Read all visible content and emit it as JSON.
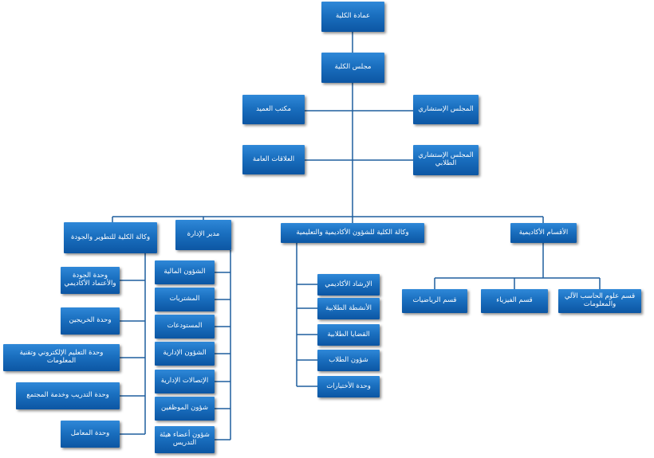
{
  "colors": {
    "box_fill": "#1a6fbf",
    "connector": "#1f5f9e",
    "text": "#ffffff"
  },
  "top": {
    "dean_office": "عمادة الكلية",
    "college_council": "مجلس الكلية"
  },
  "staff": {
    "advisory_council": "المجلس الإستشاري",
    "dean_office_desk": "مكتب العميد",
    "student_advisory_council": "المجلس الإستشاري الطلابي",
    "public_relations": "العلاقات العامة"
  },
  "branches": {
    "development_quality": {
      "title": "وكالة الكلية للتطوير والجودة",
      "units": [
        "وحدة الجودة والأعتماد الأكاديمي",
        "وحدة الخريجين",
        "وحدة التعليم الإلكتروني وتقنية المعلومات",
        "وحدة التدريب وخدمة المجتمع",
        "وحدة المعامل"
      ]
    },
    "administration": {
      "title": "مدير الإدارة",
      "units": [
        "الشؤون المالية",
        "المشتريات",
        "المستودعات",
        "الشؤون الإدارية",
        "الإتصالات الإدارية",
        "شؤون الموظفين",
        "شؤون أعضاء هيئة التدريس"
      ]
    },
    "academic_affairs": {
      "title": "وكالة الكلية للشؤون الأكاديمية والتعليمية",
      "units": [
        "الإرشاد الأكاديمي",
        "الأنشطة الطلابية",
        "القضايا الطلابية",
        "شؤون الطلاب",
        "وحدة الأختبارات"
      ]
    },
    "academic_departments": {
      "title": "الأقسام الأكاديمية",
      "units": [
        "قسم علوم الحاسب الآلي والمعلومات",
        "قسم الفيزياء",
        "قسم الرياضيات"
      ]
    }
  }
}
